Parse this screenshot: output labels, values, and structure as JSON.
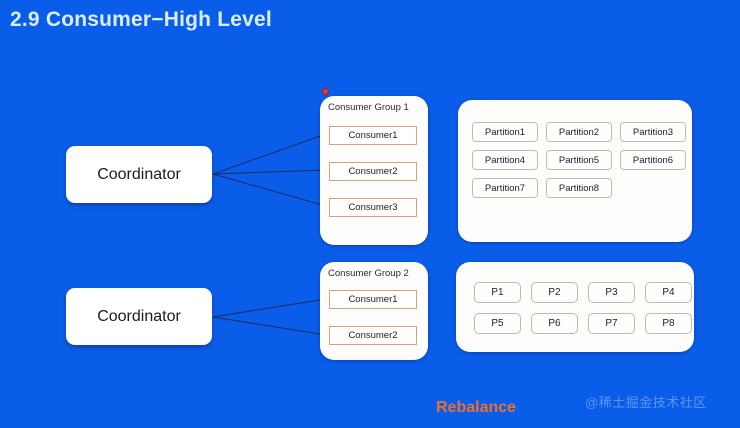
{
  "slide": {
    "title": "2.9 Consumer−High Level",
    "background_color": "#0a5de8",
    "title_color": "#d9edfb"
  },
  "coordinators": [
    {
      "id": "coordinator-top",
      "label": "Coordinator"
    },
    {
      "id": "coordinator-bottom",
      "label": "Coordinator"
    }
  ],
  "consumer_groups": [
    {
      "id": "group1",
      "label": "Consumer Group 1",
      "marker_color": "#e23b3b",
      "consumers": [
        {
          "label": "Consumer1"
        },
        {
          "label": "Consumer2"
        },
        {
          "label": "Consumer3"
        }
      ]
    },
    {
      "id": "group2",
      "label": "Consumer Group 2",
      "consumers": [
        {
          "label": "Consumer1"
        },
        {
          "label": "Consumer2"
        }
      ]
    }
  ],
  "partition_panels": [
    {
      "id": "partitions-top",
      "columns": 3,
      "items": [
        "Partition1",
        "Partition2",
        "Partition3",
        "Partition4",
        "Partition5",
        "Partition6",
        "Partition7",
        "Partition8"
      ]
    },
    {
      "id": "partitions-bottom",
      "columns": 4,
      "items": [
        "P1",
        "P2",
        "P3",
        "P4",
        "P5",
        "P6",
        "P7",
        "P8"
      ]
    }
  ],
  "footer": {
    "caption": "Rebalance",
    "caption_color": "#e8712f",
    "watermark": "@稀土掘金技术社区",
    "watermark_color": "#5f93ee"
  }
}
